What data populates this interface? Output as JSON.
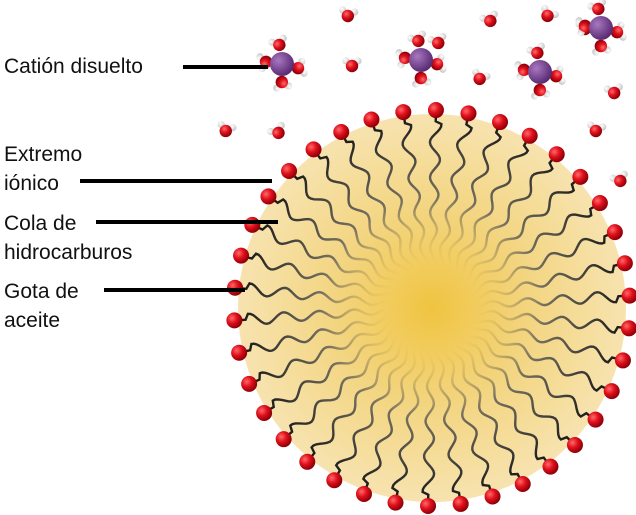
{
  "labels": {
    "cation": "Catión disuelto",
    "ionic_end": "Extremo iónico",
    "tail": "Cola de hidrocarburos",
    "droplet": "Gota de aceite"
  },
  "colors": {
    "head": "#d8101a",
    "cation": "#7b4a94",
    "droplet": "#f0cd6a"
  }
}
